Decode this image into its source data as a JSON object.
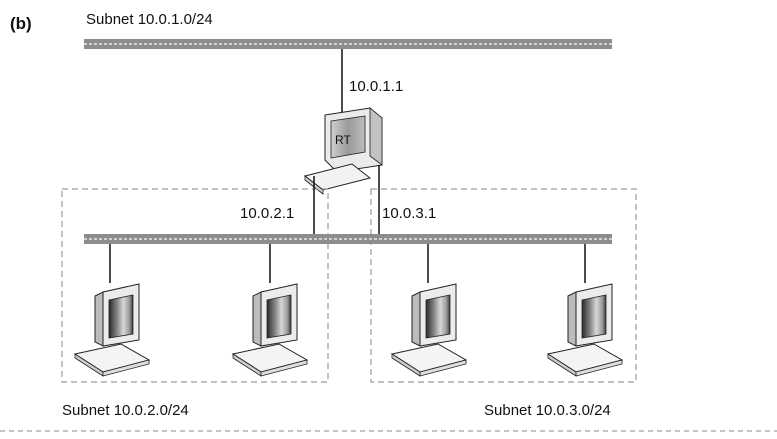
{
  "panel_label": "(b)",
  "router": {
    "name": "RT"
  },
  "subnets": {
    "top": {
      "label": "Subnet 10.0.1.0/24"
    },
    "left": {
      "label": "Subnet 10.0.2.0/24"
    },
    "right": {
      "label": "Subnet 10.0.3.0/24"
    }
  },
  "interfaces": {
    "top": "10.0.1.1",
    "left": "10.0.2.1",
    "right": "10.0.3.1"
  }
}
